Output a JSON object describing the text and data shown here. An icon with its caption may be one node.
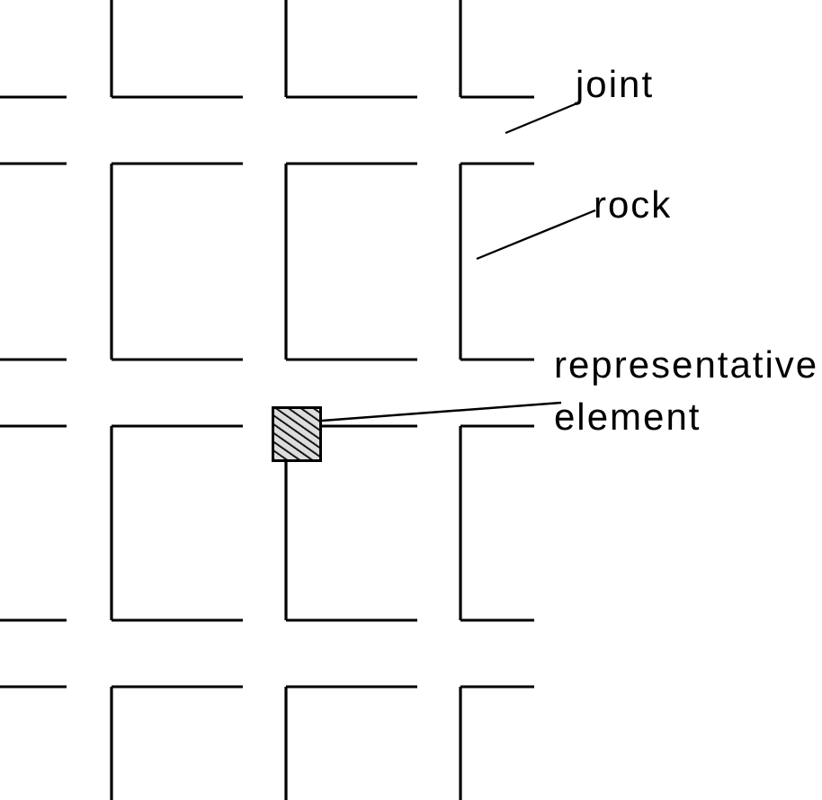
{
  "diagram": {
    "nodes": [
      {
        "text": [
          "joint"
        ]
      },
      {
        "text": [
          "rock"
        ]
      },
      {
        "text": [
          "representative element"
        ]
      },
      {
        "text": [],
        "shape": "box"
      }
    ],
    "edges": [
      {
        "from": 0,
        "to": null,
        "arrow": "none"
      },
      {
        "from": 1,
        "to": null,
        "arrow": "none"
      },
      {
        "from": 2,
        "to": 3,
        "arrow": "none"
      }
    ]
  }
}
